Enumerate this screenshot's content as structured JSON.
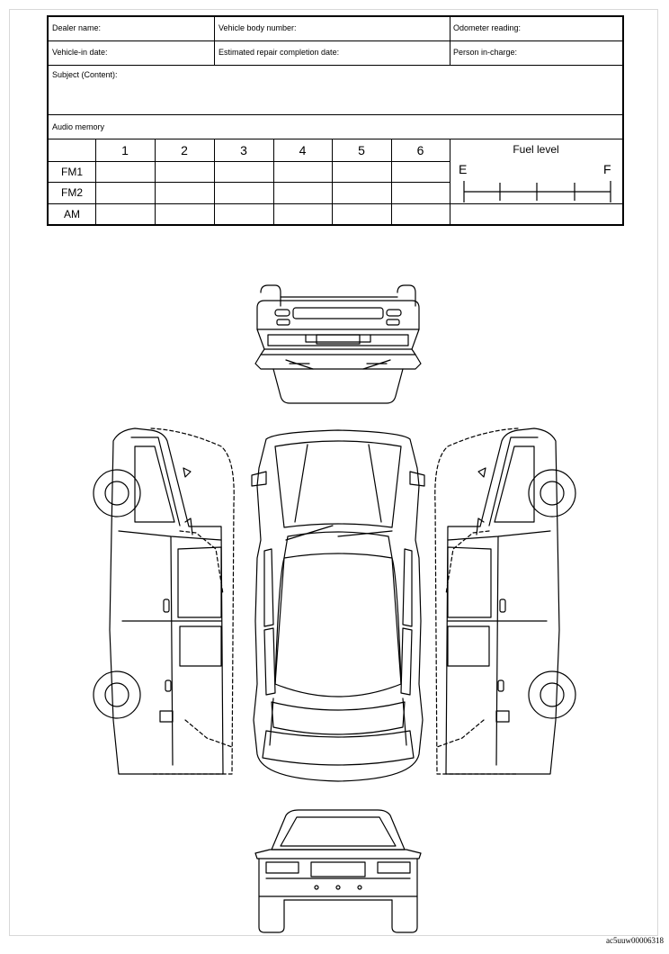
{
  "form": {
    "dealer_name_label": "Dealer name:",
    "vehicle_body_number_label": "Vehicle body number:",
    "odometer_reading_label": "Odometer reading:",
    "vehicle_in_date_label": "Vehicle-in date:",
    "estimated_completion_label": "Estimated repair completion date:",
    "person_in_charge_label": "Person in-charge:",
    "subject_label": "Subject (Content):",
    "audio_memory_label": "Audio memory",
    "presets": [
      "1",
      "2",
      "3",
      "4",
      "5",
      "6"
    ],
    "bands": [
      "FM1",
      "FM2",
      "AM"
    ],
    "fuel_level_label": "Fuel level",
    "fuel_empty": "E",
    "fuel_full": "F"
  },
  "footer": {
    "code": "ac5uuw00006318"
  }
}
